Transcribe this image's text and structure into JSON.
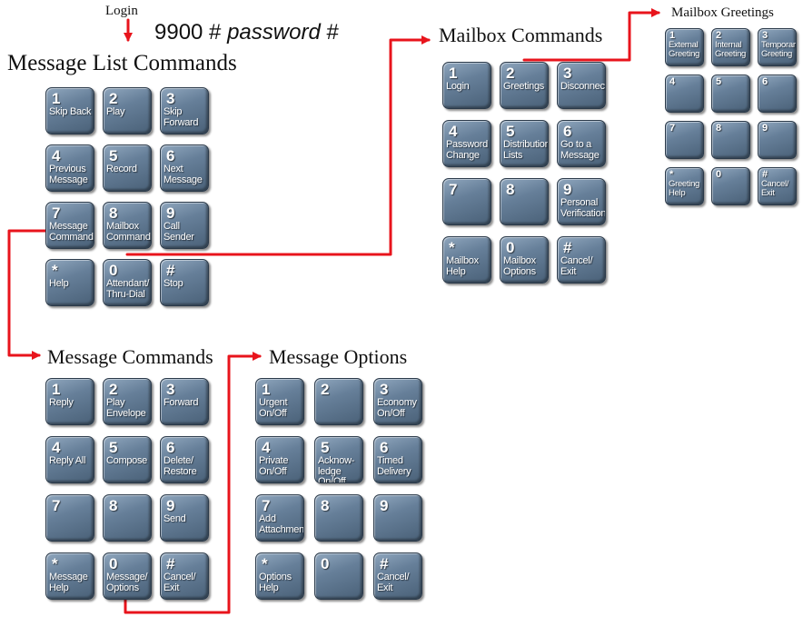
{
  "login": {
    "label": "Login",
    "code_number": "9900 #",
    "code_password": "password",
    "code_end": "#"
  },
  "panels": {
    "message_list": {
      "title": "Message List Commands",
      "keys": [
        {
          "digit": "1",
          "label": "Skip Back"
        },
        {
          "digit": "2",
          "label": "Play"
        },
        {
          "digit": "3",
          "label": "Skip Forward"
        },
        {
          "digit": "4",
          "label": "Previous Message"
        },
        {
          "digit": "5",
          "label": "Record"
        },
        {
          "digit": "6",
          "label": "Next Message"
        },
        {
          "digit": "7",
          "label": "Message Commands"
        },
        {
          "digit": "8",
          "label": "Mailbox Commands"
        },
        {
          "digit": "9",
          "label": "Call Sender"
        },
        {
          "digit": "*",
          "label": "Help"
        },
        {
          "digit": "0",
          "label": "Attendant/ Thru-Dial"
        },
        {
          "digit": "#",
          "label": "Stop"
        }
      ]
    },
    "mailbox": {
      "title": "Mailbox Commands",
      "keys": [
        {
          "digit": "1",
          "label": "Login"
        },
        {
          "digit": "2",
          "label": "Greetings"
        },
        {
          "digit": "3",
          "label": "Disconnect"
        },
        {
          "digit": "4",
          "label": "Password Change"
        },
        {
          "digit": "5",
          "label": "Distribution Lists"
        },
        {
          "digit": "6",
          "label": "Go to a Message"
        },
        {
          "digit": "7",
          "label": ""
        },
        {
          "digit": "8",
          "label": ""
        },
        {
          "digit": "9",
          "label": "Personal Verification"
        },
        {
          "digit": "*",
          "label": "Mailbox Help"
        },
        {
          "digit": "0",
          "label": "Mailbox Options"
        },
        {
          "digit": "#",
          "label": "Cancel/ Exit"
        }
      ]
    },
    "greetings": {
      "title": "Mailbox Greetings",
      "keys": [
        {
          "digit": "1",
          "label": "External Greeting"
        },
        {
          "digit": "2",
          "label": "Internal Greeting"
        },
        {
          "digit": "3",
          "label": "Temporary Greeting"
        },
        {
          "digit": "4",
          "label": ""
        },
        {
          "digit": "5",
          "label": ""
        },
        {
          "digit": "6",
          "label": ""
        },
        {
          "digit": "7",
          "label": ""
        },
        {
          "digit": "8",
          "label": ""
        },
        {
          "digit": "9",
          "label": ""
        },
        {
          "digit": "*",
          "label": "Greeting Help"
        },
        {
          "digit": "0",
          "label": ""
        },
        {
          "digit": "#",
          "label": "Cancel/ Exit"
        }
      ]
    },
    "message_cmds": {
      "title": "Message Commands",
      "keys": [
        {
          "digit": "1",
          "label": "Reply"
        },
        {
          "digit": "2",
          "label": "Play Envelope"
        },
        {
          "digit": "3",
          "label": "Forward"
        },
        {
          "digit": "4",
          "label": "Reply All"
        },
        {
          "digit": "5",
          "label": "Compose"
        },
        {
          "digit": "6",
          "label": "Delete/ Restore"
        },
        {
          "digit": "7",
          "label": ""
        },
        {
          "digit": "8",
          "label": ""
        },
        {
          "digit": "9",
          "label": "Send"
        },
        {
          "digit": "*",
          "label": "Message Help"
        },
        {
          "digit": "0",
          "label": "Message/ Options"
        },
        {
          "digit": "#",
          "label": "Cancel/ Exit"
        }
      ]
    },
    "message_opts": {
      "title": "Message Options",
      "keys": [
        {
          "digit": "1",
          "label": "Urgent On/Off"
        },
        {
          "digit": "2",
          "label": ""
        },
        {
          "digit": "3",
          "label": "Economy On/Off"
        },
        {
          "digit": "4",
          "label": "Private On/Off"
        },
        {
          "digit": "5",
          "label": "Acknow- ledge On/Off"
        },
        {
          "digit": "6",
          "label": "Timed Delivery"
        },
        {
          "digit": "7",
          "label": "Add Attachment"
        },
        {
          "digit": "8",
          "label": ""
        },
        {
          "digit": "9",
          "label": ""
        },
        {
          "digit": "*",
          "label": "Options Help"
        },
        {
          "digit": "0",
          "label": ""
        },
        {
          "digit": "#",
          "label": "Cancel/ Exit"
        }
      ]
    }
  },
  "colors": {
    "key": "#6a829b",
    "arrow": "#e8141c",
    "text": "#111111"
  }
}
